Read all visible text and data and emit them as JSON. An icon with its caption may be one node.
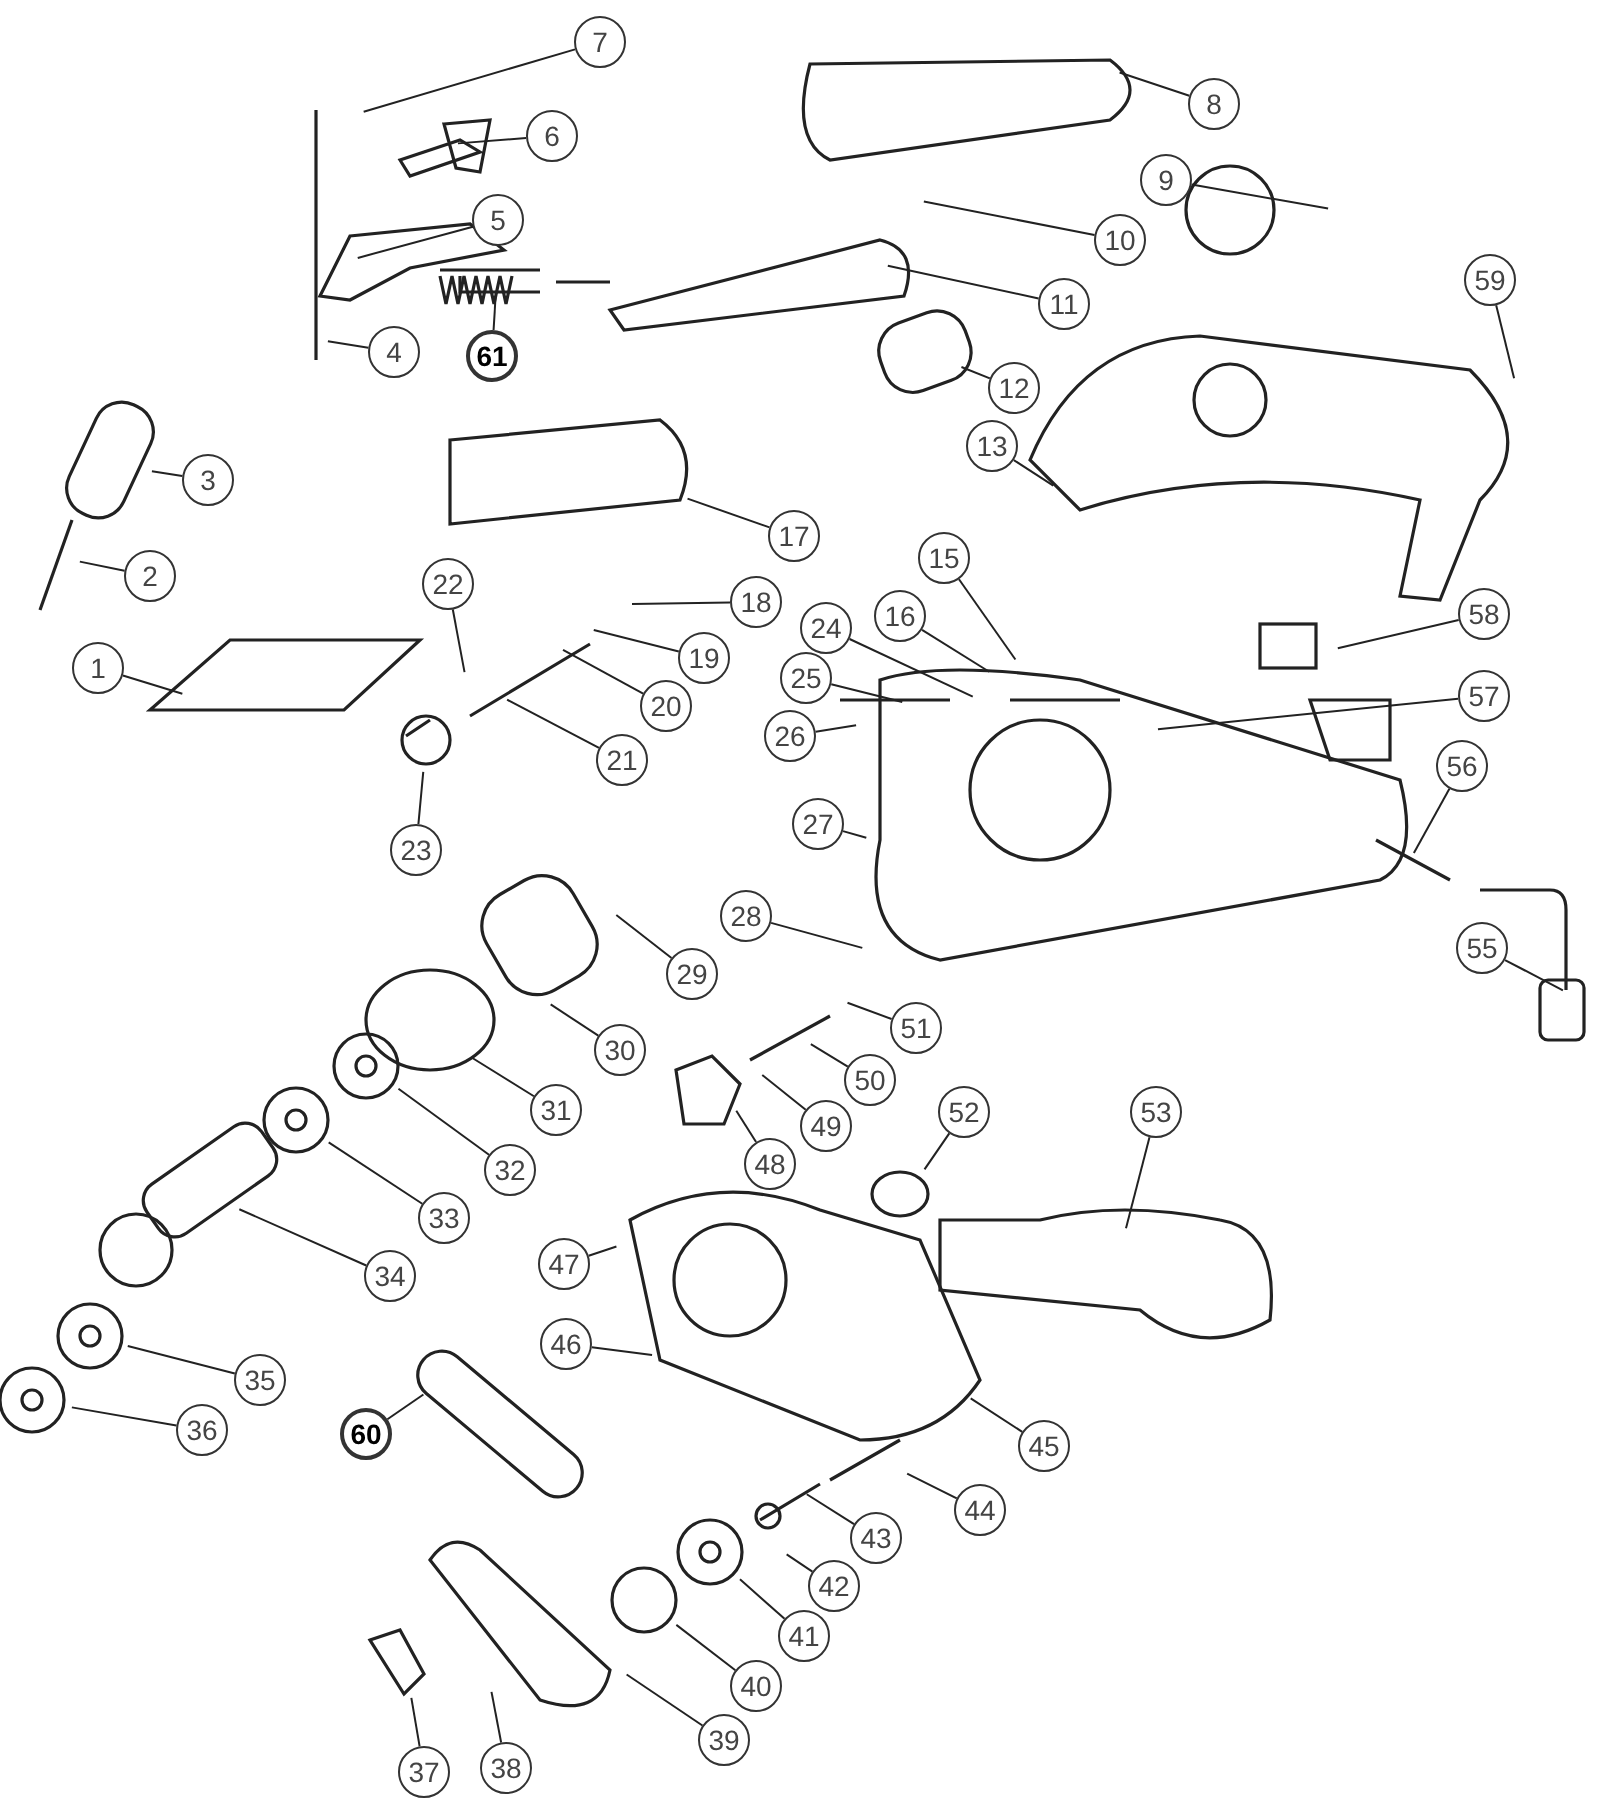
{
  "diagram": {
    "nodes": [
      {
        "text": [
          "1"
        ]
      },
      {
        "text": [
          "2"
        ]
      },
      {
        "text": [
          "3"
        ]
      },
      {
        "text": [
          "4"
        ]
      },
      {
        "text": [
          "5"
        ]
      },
      {
        "text": [
          "6"
        ]
      },
      {
        "text": [
          "7"
        ]
      },
      {
        "text": [
          "8"
        ]
      },
      {
        "text": [
          "9"
        ]
      },
      {
        "text": [
          "10"
        ]
      },
      {
        "text": [
          "11"
        ]
      },
      {
        "text": [
          "12"
        ]
      },
      {
        "text": [
          "13"
        ]
      },
      {
        "text": [
          "15"
        ]
      },
      {
        "text": [
          "16"
        ]
      },
      {
        "text": [
          "17"
        ]
      },
      {
        "text": [
          "18"
        ]
      },
      {
        "text": [
          "19"
        ]
      },
      {
        "text": [
          "20"
        ]
      },
      {
        "text": [
          "21"
        ]
      },
      {
        "text": [
          "22"
        ]
      },
      {
        "text": [
          "23"
        ]
      },
      {
        "text": [
          "24"
        ]
      },
      {
        "text": [
          "25"
        ]
      },
      {
        "text": [
          "26"
        ]
      },
      {
        "text": [
          "27"
        ]
      },
      {
        "text": [
          "28"
        ]
      },
      {
        "text": [
          "29"
        ]
      },
      {
        "text": [
          "30"
        ]
      },
      {
        "text": [
          "31"
        ]
      },
      {
        "text": [
          "32"
        ]
      },
      {
        "text": [
          "33"
        ]
      },
      {
        "text": [
          "34"
        ]
      },
      {
        "text": [
          "35"
        ]
      },
      {
        "text": [
          "36"
        ]
      },
      {
        "text": [
          "37"
        ]
      },
      {
        "text": [
          "38"
        ]
      },
      {
        "text": [
          "39"
        ]
      },
      {
        "text": [
          "40"
        ]
      },
      {
        "text": [
          "41"
        ]
      },
      {
        "text": [
          "42"
        ]
      },
      {
        "text": [
          "43"
        ]
      },
      {
        "text": [
          "44"
        ]
      },
      {
        "text": [
          "45"
        ]
      },
      {
        "text": [
          "46"
        ]
      },
      {
        "text": [
          "47"
        ]
      },
      {
        "text": [
          "48"
        ]
      },
      {
        "text": [
          "49"
        ]
      },
      {
        "text": [
          "50"
        ]
      },
      {
        "text": [
          "51"
        ]
      },
      {
        "text": [
          "52"
        ]
      },
      {
        "text": [
          "53"
        ]
      },
      {
        "text": [
          "55"
        ]
      },
      {
        "text": [
          "56"
        ]
      },
      {
        "text": [
          "57"
        ]
      },
      {
        "text": [
          "58"
        ]
      },
      {
        "text": [
          "59"
        ]
      },
      {
        "text": [
          "60"
        ]
      },
      {
        "text": [
          "61"
        ]
      }
    ],
    "edges": [
      {
        "from": 0,
        "to": null,
        "arrow": "none"
      },
      {
        "from": 1,
        "to": null,
        "arrow": "none"
      },
      {
        "from": 2,
        "to": null,
        "arrow": "none"
      },
      {
        "from": 3,
        "to": null,
        "arrow": "none"
      },
      {
        "from": 4,
        "to": null,
        "arrow": "none"
      },
      {
        "from": 5,
        "to": null,
        "arrow": "none"
      },
      {
        "from": 6,
        "to": null,
        "arrow": "none"
      },
      {
        "from": 7,
        "to": null,
        "arrow": "none"
      },
      {
        "from": 8,
        "to": null,
        "arrow": "none"
      },
      {
        "from": 9,
        "to": null,
        "arrow": "none"
      },
      {
        "from": 10,
        "to": null,
        "arrow": "none"
      },
      {
        "from": 11,
        "to": null,
        "arrow": "none"
      },
      {
        "from": 12,
        "to": null,
        "arrow": "none"
      },
      {
        "from": 13,
        "to": null,
        "arrow": "none"
      },
      {
        "from": 14,
        "to": null,
        "arrow": "none"
      },
      {
        "from": 15,
        "to": null,
        "arrow": "none"
      },
      {
        "from": 16,
        "to": null,
        "arrow": "none"
      },
      {
        "from": 17,
        "to": null,
        "arrow": "none"
      },
      {
        "from": 18,
        "to": null,
        "arrow": "none"
      },
      {
        "from": 19,
        "to": null,
        "arrow": "none"
      },
      {
        "from": 20,
        "to": null,
        "arrow": "none"
      },
      {
        "from": 21,
        "to": null,
        "arrow": "none"
      },
      {
        "from": 22,
        "to": null,
        "arrow": "none"
      },
      {
        "from": 23,
        "to": null,
        "arrow": "none"
      },
      {
        "from": 24,
        "to": null,
        "arrow": "none"
      },
      {
        "from": 25,
        "to": null,
        "arrow": "none"
      },
      {
        "from": 26,
        "to": null,
        "arrow": "none"
      },
      {
        "from": 27,
        "to": null,
        "arrow": "none"
      },
      {
        "from": 28,
        "to": null,
        "arrow": "none"
      },
      {
        "from": 29,
        "to": null,
        "arrow": "none"
      },
      {
        "from": 30,
        "to": null,
        "arrow": "none"
      },
      {
        "from": 31,
        "to": null,
        "arrow": "none"
      },
      {
        "from": 32,
        "to": null,
        "arrow": "none"
      },
      {
        "from": 33,
        "to": null,
        "arrow": "none"
      },
      {
        "from": 34,
        "to": null,
        "arrow": "none"
      },
      {
        "from": 35,
        "to": null,
        "arrow": "none"
      },
      {
        "from": 36,
        "to": null,
        "arrow": "none"
      },
      {
        "from": 37,
        "to": null,
        "arrow": "none"
      },
      {
        "from": 38,
        "to": null,
        "arrow": "none"
      },
      {
        "from": 39,
        "to": null,
        "arrow": "none"
      },
      {
        "from": 40,
        "to": null,
        "arrow": "none"
      },
      {
        "from": 41,
        "to": null,
        "arrow": "none"
      },
      {
        "from": 42,
        "to": null,
        "arrow": "none"
      },
      {
        "from": 43,
        "to": null,
        "arrow": "none"
      },
      {
        "from": 44,
        "to": null,
        "arrow": "none"
      },
      {
        "from": 45,
        "to": null,
        "arrow": "none"
      },
      {
        "from": 46,
        "to": null,
        "arrow": "none"
      },
      {
        "from": 47,
        "to": null,
        "arrow": "none"
      },
      {
        "from": 48,
        "to": null,
        "arrow": "none"
      },
      {
        "from": 49,
        "to": null,
        "arrow": "none"
      },
      {
        "from": 50,
        "to": null,
        "arrow": "none"
      },
      {
        "from": 51,
        "to": null,
        "arrow": "none"
      },
      {
        "from": 52,
        "to": null,
        "arrow": "none"
      },
      {
        "from": 53,
        "to": null,
        "arrow": "none"
      },
      {
        "from": 54,
        "to": null,
        "arrow": "none"
      },
      {
        "from": 55,
        "to": null,
        "arrow": "none"
      },
      {
        "from": 56,
        "to": null,
        "arrow": "none"
      },
      {
        "from": 57,
        "to": null,
        "arrow": "none"
      },
      {
        "from": 58,
        "to": null,
        "arrow": "none"
      }
    ]
  }
}
